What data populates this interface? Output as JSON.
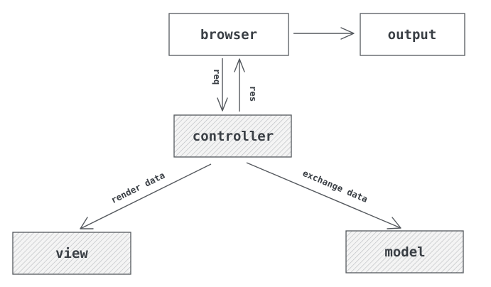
{
  "nodes": {
    "browser": "browser",
    "output": "output",
    "controller": "controller",
    "view": "view",
    "model": "model"
  },
  "edges": {
    "req": "req",
    "res": "res",
    "render_data": "render data",
    "exchange_data": "exchange data"
  },
  "colors": {
    "stroke": "#55595e",
    "text": "#3a3f45",
    "hatch_fill": "#f4f4f4",
    "hatch_line": "#b9bcbf"
  }
}
